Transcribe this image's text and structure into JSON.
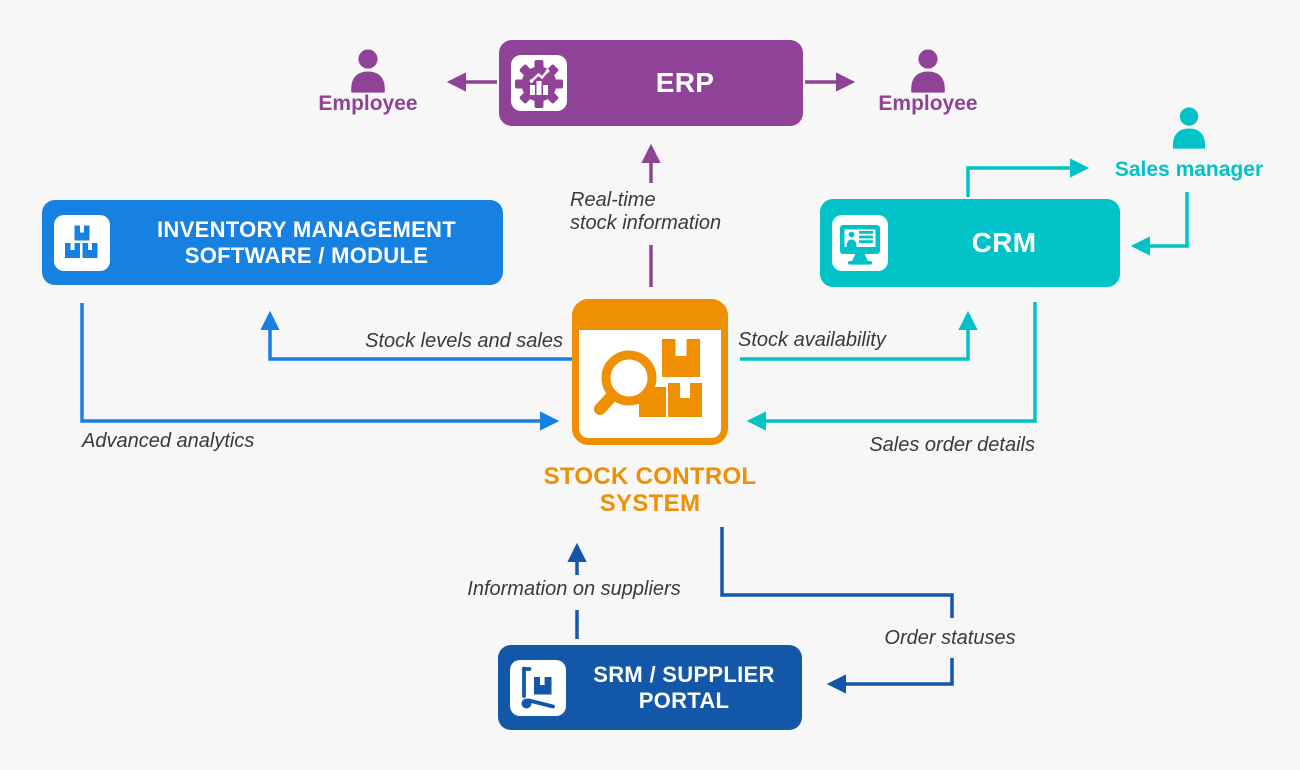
{
  "diagram_title": "Stock control system integration diagram",
  "colors": {
    "purple": "#8e4397",
    "teal": "#00c2c7",
    "blue": "#1781e1",
    "dark_blue": "#1257a8",
    "orange": "#ee8f04",
    "label_text": "#3a3a3a",
    "background": "#f7f7f8"
  },
  "nodes": {
    "erp": {
      "label": "ERP"
    },
    "crm": {
      "label": "CRM"
    },
    "inventory": {
      "line1": "INVENTORY MANAGEMENT",
      "line2": "SOFTWARE / MODULE"
    },
    "srm": {
      "line1": "SRM / SUPPLIER",
      "line2": "PORTAL"
    },
    "stock_system": {
      "line1": "STOCK CONTROL",
      "line2": "SYSTEM"
    }
  },
  "actors": {
    "employee_left": {
      "label": "Employee"
    },
    "employee_right": {
      "label": "Employee"
    },
    "sales_manager": {
      "label": "Sales manager"
    }
  },
  "edges": {
    "real_time": {
      "line1": "Real-time",
      "line2": "stock information"
    },
    "stock_levels": {
      "label": "Stock levels and sales"
    },
    "advanced_analytics": {
      "label": "Advanced analytics"
    },
    "stock_availability": {
      "label": "Stock availability"
    },
    "sales_order_details": {
      "label": "Sales order details"
    },
    "information_suppliers": {
      "label": "Information on suppliers"
    },
    "order_statuses": {
      "label": "Order statuses"
    }
  },
  "icons": {
    "erp": "gear-chart-icon",
    "crm": "monitor-contacts-icon",
    "inventory": "stacked-boxes-icon",
    "srm": "hand-truck-icon",
    "stock_system": "search-warehouse-window-icon",
    "actors": "person-icon"
  }
}
